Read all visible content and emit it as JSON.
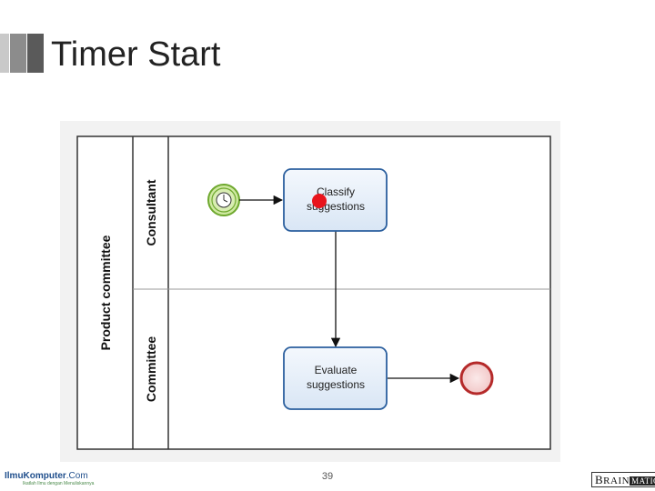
{
  "slide": {
    "title": "Timer Start",
    "page_number": "39"
  },
  "diagram": {
    "pool_label": "Product committee",
    "lanes": [
      {
        "label": "Consultant"
      },
      {
        "label": "Committee"
      }
    ],
    "start_event": {
      "type": "timer",
      "color": "#8cc63f"
    },
    "tasks": [
      {
        "line1": "Classify",
        "line2": "suggestions"
      },
      {
        "line1": "Evaluate",
        "line2": "suggestions"
      }
    ],
    "end_event": {
      "color": "#b52a2a"
    },
    "pointer_marker_color": "#e8141c"
  },
  "footer": {
    "left_logo": {
      "name": "IlmuKomputer",
      "domain": ".Com",
      "tagline": "Ikatlah Ilmu dengan Menuliskannya"
    },
    "right_logo": {
      "first_letter": "B",
      "rest": "RAIN",
      "inverse": "MATICS"
    }
  }
}
